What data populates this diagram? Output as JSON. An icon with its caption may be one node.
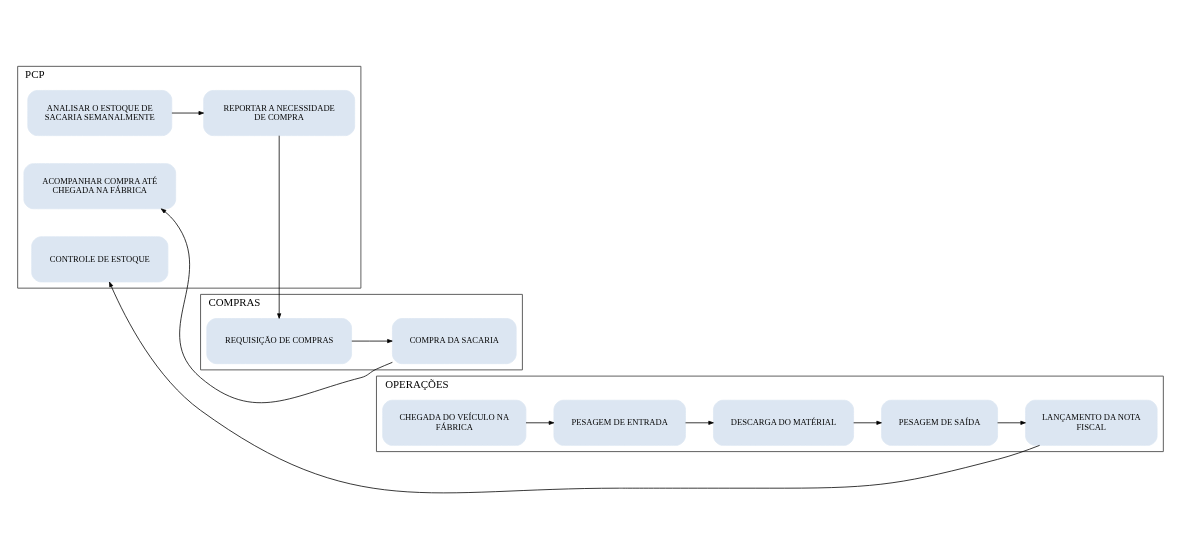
{
  "diagram": {
    "nodes": [
      {
        "text": [
          "PCP"
        ]
      },
      {
        "text": [
          "ANALISAR O ESTOQUE DE SACARIA SEMANALMENTE"
        ],
        "in": 0
      },
      {
        "text": [
          "REPORTAR A NECESSIDADE DE COMPRA"
        ],
        "in": 0
      },
      {
        "text": [
          "ACOMPANHAR COMPRA ATÉ CHEGADA NA FÁBRICA"
        ],
        "in": 0
      },
      {
        "text": [
          "CONTROLE DE ESTOQUE"
        ],
        "in": 0
      },
      {
        "text": [
          "COMPRAS"
        ]
      },
      {
        "text": [
          "REQUISIÇÃO DE COMPRAS"
        ],
        "in": 5
      },
      {
        "text": [
          "COMPRA DA SACARIA"
        ],
        "in": 5
      },
      {
        "text": [
          "OPERAÇÕES"
        ]
      },
      {
        "text": [
          "CHEGADA DO VEÍCULO NA FÁBRICA"
        ],
        "in": 8
      },
      {
        "text": [
          "PESAGEM DE ENTRADA"
        ],
        "in": 8
      },
      {
        "text": [
          "DESCARGA DO MATÉRIAL"
        ],
        "in": 8
      },
      {
        "text": [
          "PESAGEM DE SAÍDA"
        ],
        "in": 8
      },
      {
        "text": [
          "LANÇAMENTO DA NOTA FISCAL"
        ],
        "in": 8
      }
    ],
    "edges": [
      {
        "from": 1,
        "to": 2,
        "arrow": "to"
      },
      {
        "from": 2,
        "to": 6,
        "arrow": "to"
      },
      {
        "from": 6,
        "to": 7,
        "arrow": "to"
      },
      {
        "from": 7,
        "to": 3,
        "arrow": "to"
      },
      {
        "from": 9,
        "to": 10,
        "arrow": "to"
      },
      {
        "from": 10,
        "to": 11,
        "arrow": "to"
      },
      {
        "from": 11,
        "to": 12,
        "arrow": "to"
      },
      {
        "from": 12,
        "to": 13,
        "arrow": "to"
      },
      {
        "from": 13,
        "to": 4,
        "arrow": "to"
      }
    ]
  }
}
